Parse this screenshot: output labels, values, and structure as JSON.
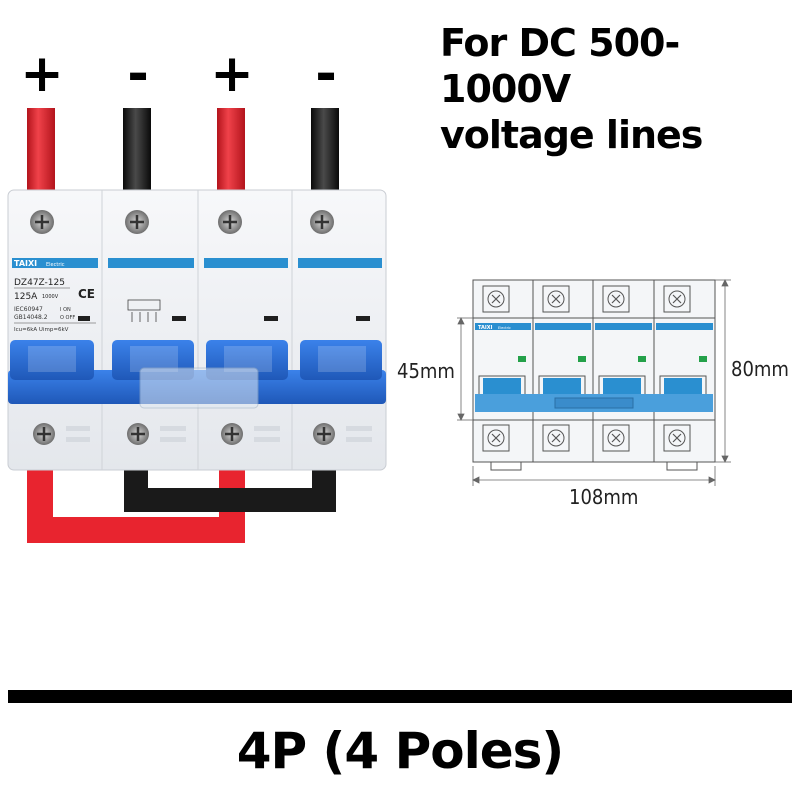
{
  "headline": {
    "line1": "For DC 500-1000V",
    "line2": "voltage lines"
  },
  "polarity": [
    "+",
    "-",
    "+",
    "-"
  ],
  "breaker": {
    "brand": "TAIXI",
    "brand_sub": "Electric",
    "model": "DZ47Z-125",
    "rating": "125A",
    "voltage": "1000V",
    "standard1": "IEC60947",
    "standard2": "GB14048.2",
    "on_label": "I ON",
    "off_label": "O OFF",
    "capacity": "Icu=6kA  Uimp=6kV",
    "ce": "CE",
    "wire_red": "#e8242f",
    "wire_black": "#1a1a1a",
    "handle_blue": "#2d6fd6",
    "stripe_blue": "#2a8fd0"
  },
  "drawing": {
    "brand": "TAIXI",
    "brand_sub": "Electric",
    "height_left": "45mm",
    "height_right": "80mm",
    "width": "108mm"
  },
  "footer": {
    "title": "4P (4 Poles)"
  }
}
